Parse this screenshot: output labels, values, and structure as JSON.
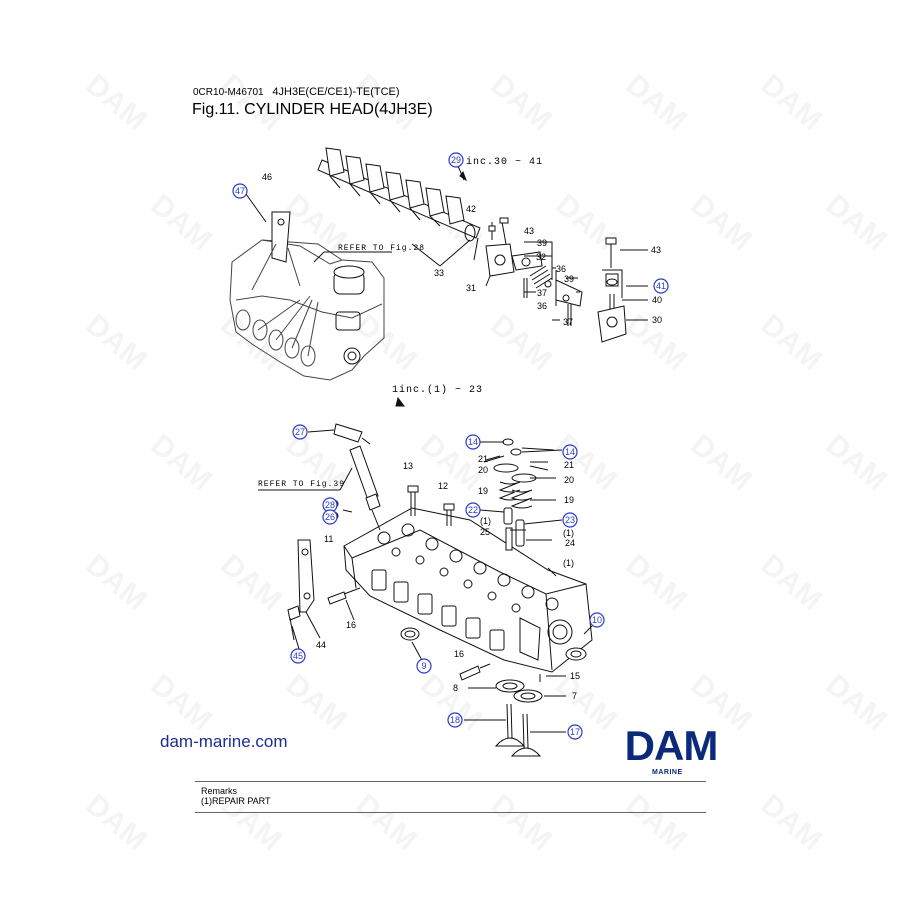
{
  "header": {
    "doc_code": "0CR10-M46701",
    "model": "4JH3E(CE/CE1)-TE(TCE)",
    "figure_title": "Fig.11.  CYLINDER HEAD(4JH3E)"
  },
  "watermark": "DAM",
  "references": {
    "fig28": "REFER TO Fig.28",
    "fig39": "REFER TO Fig.39"
  },
  "assembly_notes": {
    "rocker_arm": "inc.30 ~ 41",
    "head": "1inc.(1) ~ 23"
  },
  "part_labels": {
    "plain": [
      "46",
      "42",
      "43",
      "39",
      "32",
      "36",
      "37",
      "39",
      "36",
      "37",
      "33",
      "31",
      "43",
      "40",
      "30",
      "13",
      "12",
      "11",
      "21",
      "20",
      "19",
      "(1)",
      "25",
      "21",
      "20",
      "19",
      "(1)",
      "24",
      "(1)",
      "16",
      "44",
      "16",
      "8",
      "15",
      "7"
    ],
    "circled": [
      "29",
      "47",
      "41",
      "27",
      "14",
      "14",
      "28",
      "26",
      "22",
      "23",
      "10",
      "9",
      "45",
      "18",
      "17"
    ]
  },
  "website": "dam-marine.com",
  "logo": {
    "text": "DAM",
    "subtext": "MARINE",
    "color": "#0b2a7a"
  },
  "remarks": {
    "title": "Remarks",
    "items": [
      "(1)REPAIR PART"
    ]
  },
  "colors": {
    "circle_badge": "#2b3cc4",
    "website": "#1a2f8f"
  }
}
